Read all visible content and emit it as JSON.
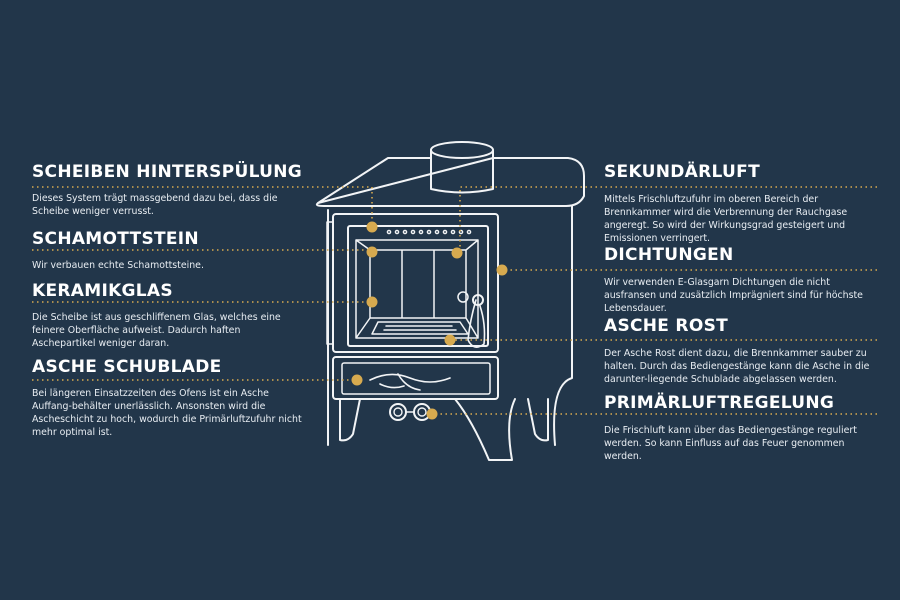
{
  "accent_color": "#d7aa4f",
  "line_color": "#f2f4f6",
  "background_color": "#22364a",
  "callouts": {
    "scheiben": {
      "title": "SCHEIBEN HINTERSPÜLUNG",
      "text": "Dieses System trägt massgebend dazu bei, dass die Scheibe weniger verrusst."
    },
    "schamott": {
      "title": "SCHAMOTTSTEIN",
      "text": "Wir verbauen echte Schamottsteine."
    },
    "keramik": {
      "title": "KERAMIKGLAS",
      "text": "Die Scheibe ist aus geschliffenem Glas, welches eine feinere Oberfläche aufweist. Dadurch haften Aschepartikel weniger daran."
    },
    "schublade": {
      "title": "ASCHE SCHUBLADE",
      "text": "Bei längeren Einsatzzeiten des Ofens ist ein Asche Auffang-behälter unerlässlich. Ansonsten wird die Ascheschicht zu hoch, wodurch die Primärluftzufuhr nicht mehr optimal ist."
    },
    "sekundaer": {
      "title": "SEKUNDÄRLUFT",
      "text": "Mittels Frischluftzufuhr im oberen Bereich der Brennkammer wird die Verbrennung der Rauchgase angeregt. So wird der Wirkungsgrad gesteigert und Emissionen verringert."
    },
    "dichtungen": {
      "title": "DICHTUNGEN",
      "text": "Wir verwenden E-Glasgarn Dichtungen die nicht ausfransen und zusätzlich Imprägniert sind für höchste Lebensdauer."
    },
    "rost": {
      "title": "ASCHE ROST",
      "text": "Der Asche Rost dient dazu, die Brennkammer sauber zu halten. Durch das Bediengestänge kann die Asche in die darunter-liegende Schublade abgelassen werden."
    },
    "primaer": {
      "title": "PRIMÄRLUFTREGELUNG",
      "text": "Die Frischluft kann über das Bediengestänge reguliert werden. So kann Einfluss auf das Feuer genommen werden."
    }
  }
}
